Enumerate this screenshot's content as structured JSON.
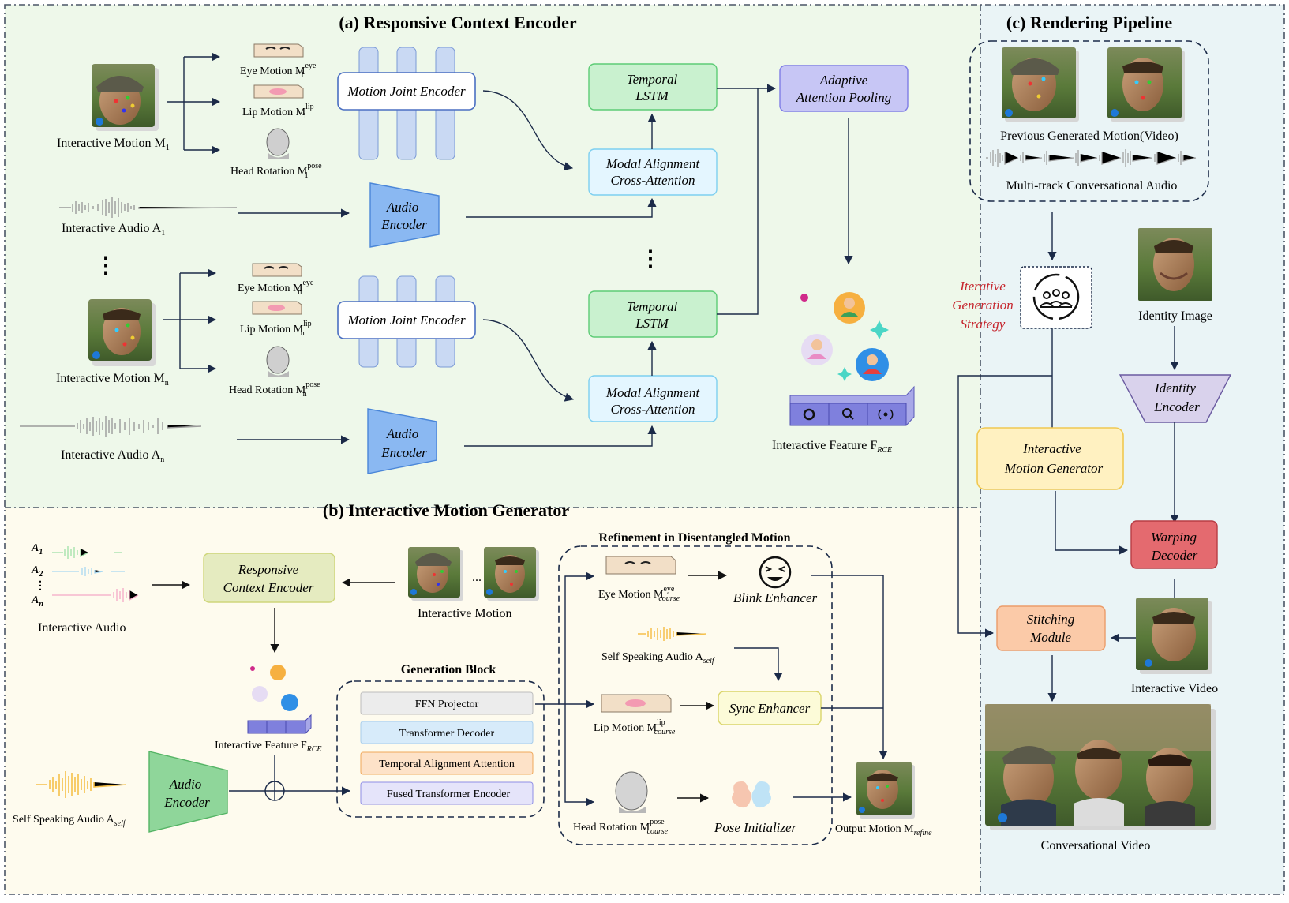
{
  "colors": {
    "panel_a_bg": "#eef8ea",
    "panel_b_bg": "#fefbee",
    "panel_c_bg": "#eaf4f6",
    "joint_encoder_border": "#4a6fc2",
    "joint_encoder_fill": "#ffffff",
    "audio_encoder_fill": "#8ab8f2",
    "lstm_fill": "#c9f1cf",
    "lstm_border": "#5dcc76",
    "cross_attn_fill": "#e4f6ff",
    "cross_attn_border": "#7dcff0",
    "pooling_fill": "#c7c6f5",
    "pooling_border": "#7e7ce6",
    "rce_fill": "#e5ebc0",
    "rce_border": "#cfd67a",
    "green_encoder": "#8fd69a",
    "motion_gen_fill": "#fff1c1",
    "motion_gen_border": "#f0c850",
    "warp_fill": "#e46a6f",
    "stitch_fill": "#fbcaa8",
    "identity_fill": "#d9d2ec",
    "dark_arrow": "#1b2a48",
    "strategy_red": "#c6262e"
  },
  "panel_a": {
    "title": "(a) Responsive Context Encoder",
    "motion1_label": "Interactive Motion M",
    "motion1_sub": "1",
    "eye1": "Eye Motion M",
    "eye1_sup": "eye",
    "eye1_sub": "1",
    "lip1": "Lip Motion M",
    "lip1_sup": "lip",
    "lip1_sub": "1",
    "head1": "Head Rotation M",
    "head1_sup": "pose",
    "head1_sub": "1",
    "audio1": "Interactive Audio A",
    "audio1_sub": "1",
    "dots": "⋮",
    "motionn_label": "Interactive Motion M",
    "motionn_sub": "n",
    "eyen": "Eye Motion M",
    "eyen_sup": "eye",
    "eyen_sub": "n",
    "lipn": "Lip Motion M",
    "lipn_sup": "lip",
    "lipn_sub": "n",
    "headn": "Head Rotation M",
    "headn_sup": "pose",
    "headn_sub": "n",
    "audion": "Interactive Audio A",
    "audion_sub": "n",
    "joint_encoder": "Motion Joint Encoder",
    "audio_encoder_l1": "Audio",
    "audio_encoder_l2": "Encoder",
    "lstm_l1": "Temporal",
    "lstm_l2": "LSTM",
    "cross_l1": "Modal Alignment",
    "cross_l2": "Cross-Attention",
    "pool_l1": "Adaptive",
    "pool_l2": "Attention Pooling",
    "feature_label": "Interactive Feature F",
    "feature_sub": "RCE"
  },
  "panel_b": {
    "title": "(b) Interactive Motion Generator",
    "a1": "A",
    "a1_sub": "1",
    "a2": "A",
    "a2_sub": "2",
    "an": "A",
    "an_sub": "n",
    "vdots": "⋮",
    "audio_label": "Interactive Audio",
    "rce_l1": "Responsive",
    "rce_l2": "Context Encoder",
    "motion_label": "Interactive Motion",
    "ellipsis": "...",
    "feature_label": "Interactive Feature F",
    "feature_sub": "RCE",
    "self_audio": "Self Speaking Audio A",
    "self_audio_sub": "self",
    "audio_encoder_l1": "Audio",
    "audio_encoder_l2": "Encoder",
    "gen_block_title": "Generation Block",
    "gen_layers": [
      "FFN Projector",
      "Transformer Decoder",
      "Temporal Alignment Attention",
      "Fused Transformer Encoder"
    ],
    "refine_title": "Refinement in Disentangled Motion",
    "eye_coarse": "Eye Motion M",
    "eye_coarse_sup": "eye",
    "eye_coarse_sub": "course",
    "blink": "Blink Enhancer",
    "self_audio2": "Self Speaking Audio A",
    "self_audio2_sub": "self",
    "lip_coarse": "Lip Motion M",
    "lip_coarse_sup": "lip",
    "lip_coarse_sub": "course",
    "sync": "Sync Enhancer",
    "head_coarse": "Head Rotation M",
    "head_coarse_sup": "pose",
    "head_coarse_sub": "course",
    "pose_init": "Pose Initializer",
    "output_label": "Output Motion M",
    "output_sub": "refine"
  },
  "panel_c": {
    "title": "(c) Rendering Pipeline",
    "prev_label": "Previous Generated Motion(Video)",
    "audio_label": "Multi-track Conversational Audio",
    "strategy_l1": "Iterative",
    "strategy_l2": "Generation",
    "strategy_l3": "Strategy",
    "identity_label": "Identity Image",
    "identity_enc_l1": "Identity",
    "identity_enc_l2": "Encoder",
    "img_l1": "Interactive",
    "img_l2": "Motion Generator",
    "warp_l1": "Warping",
    "warp_l2": "Decoder",
    "stitch_l1": "Stitching",
    "stitch_l2": "Module",
    "interactive_video": "Interactive Video",
    "conv_video": "Conversational Video"
  }
}
